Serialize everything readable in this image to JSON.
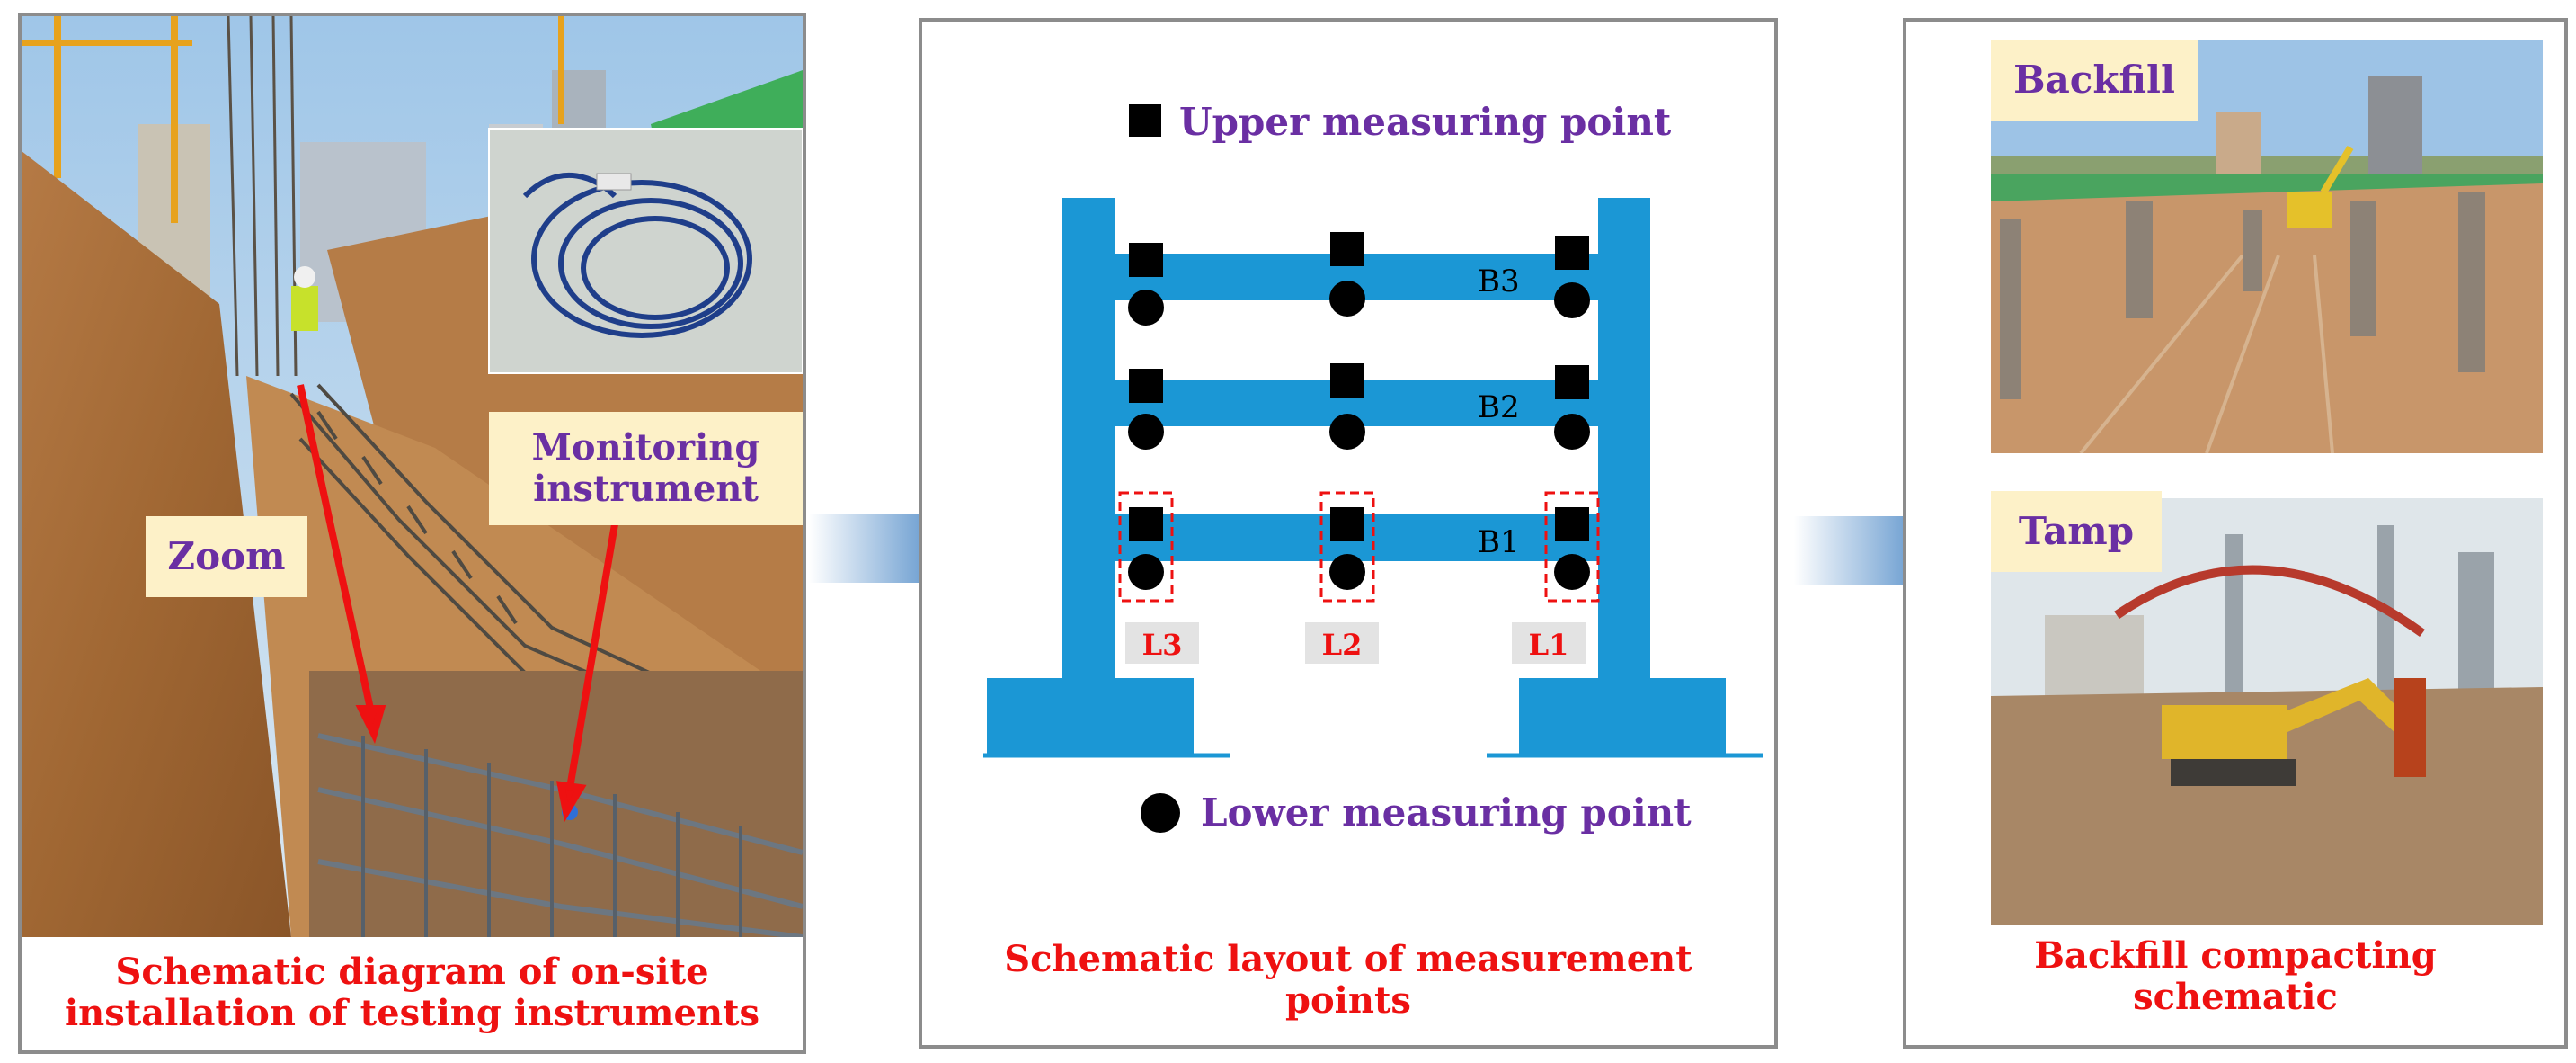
{
  "panel_left": {
    "caption_line1": "Schematic diagram of on-site",
    "caption_line2": "installation of testing instruments",
    "tag_monitor_line1": "Monitoring",
    "tag_monitor_line2": "instrument",
    "tag_zoom": "Zoom"
  },
  "panel_middle": {
    "legend_upper": "Upper measuring point",
    "legend_lower": "Lower measuring point",
    "beams": [
      "B3",
      "B2",
      "B1"
    ],
    "lines": [
      "L3",
      "L2",
      "L1"
    ],
    "caption_line1": "Schematic layout of measurement",
    "caption_line2": "points"
  },
  "panel_right": {
    "tag_backfill": "Backfill",
    "tag_tamp": "Tamp",
    "caption_line1": "Backfill compacting",
    "caption_line2": "schematic"
  },
  "colors": {
    "frame_blue": "#1b97d5",
    "caption_red": "#ee1111",
    "label_purple": "#6a2fa3",
    "tag_bg": "#fdf1c8",
    "arrow_blue": "#1f5fa8"
  }
}
